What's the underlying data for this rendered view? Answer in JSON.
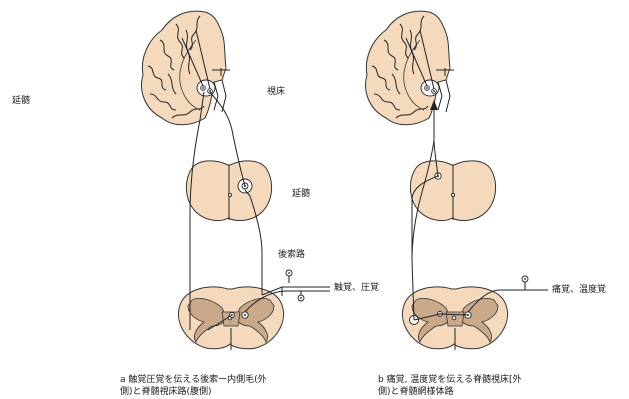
{
  "labels": {
    "medulla_left": "延髄",
    "thalamus": "視床",
    "medulla_center": "延髄",
    "posterior_column": "後索路",
    "touch_pressure": "触覚、圧覚",
    "pain_temperature": "痛覚、温度覚"
  },
  "captions": {
    "a": "a 触覚圧覚を伝える後索ー内側毛(外\n側)と脊髄視床路(腹側)",
    "b": "b 痛覚, 温度覚を伝える脊髄視床[外\n側)と脊髄網様体路"
  },
  "colors": {
    "tissue_fill": "#f5d9bd",
    "gray_matter": "#c9a98a",
    "line": "#222222"
  }
}
